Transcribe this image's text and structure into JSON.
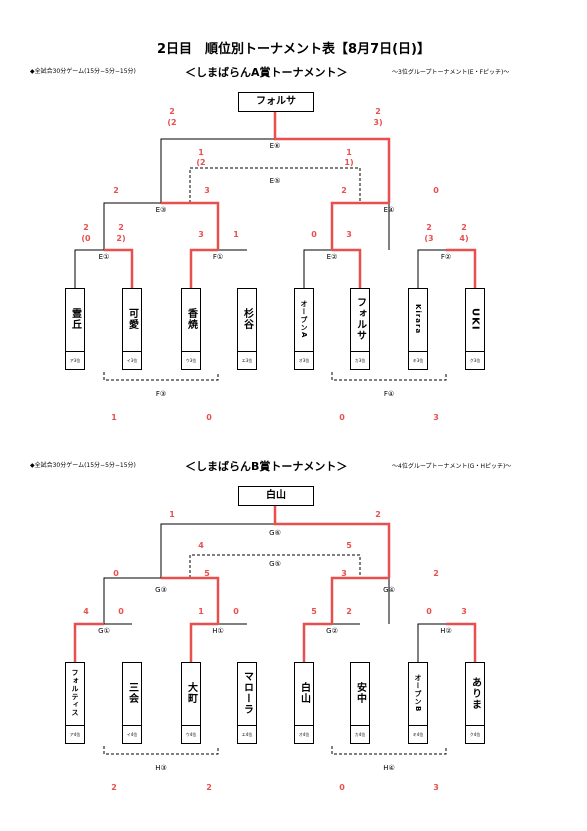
{
  "title": "2日目　順位別トーナメント表【8月7日(日)】",
  "a": {
    "note": "◆全試合30分ゲーム(15分−5分−15分)",
    "subtitle": "＜しまばらんA賞トーナメント＞",
    "sub_note": "〜3位グループトーナメント(E・Fピッチ)〜",
    "champion": "フォルサ",
    "teams": [
      {
        "name": "霊丘",
        "rank": "ア3位"
      },
      {
        "name": "可愛",
        "rank": "イ3位"
      },
      {
        "name": "香焼",
        "rank": "ウ3位"
      },
      {
        "name": "杉谷",
        "rank": "エ3位"
      },
      {
        "name": "オープンA",
        "rank": "オ3位"
      },
      {
        "name": "フォルサ",
        "rank": "カ3位"
      },
      {
        "name": "Kirara",
        "rank": "キ3位"
      },
      {
        "name": "UKI",
        "rank": "ク3位"
      }
    ],
    "m1": "E①",
    "m2": "F①",
    "m3": "E②",
    "m4": "F②",
    "m5": "E③",
    "m6": "E④",
    "m7": "E⑤",
    "m8": "E⑥",
    "m9": "F③",
    "m10": "F④",
    "s": {
      "r1_1a": "2",
      "r1_1a_pk": "(0",
      "r1_1b": "2",
      "r1_1b_pk": "2)",
      "r1_2a": "3",
      "r1_2b": "1",
      "r1_3a": "0",
      "r1_3b": "3",
      "r1_4a": "2",
      "r1_4a_pk": "(3",
      "r1_4b": "2",
      "r1_4b_pk": "4)",
      "sf1a": "2",
      "sf1b": "3",
      "sf2a": "2",
      "sf2b": "0",
      "finala": "2",
      "finala_pk": "(2",
      "finalb": "2",
      "finalb_pk": "3)",
      "thirda": "1",
      "thirda_pk": "(2",
      "thirdb": "1",
      "thirdb_pk": "1)",
      "f3a": "1",
      "f3b": "0",
      "f4a": "0",
      "f4b": "3"
    }
  },
  "b": {
    "note": "◆全試合30分ゲーム(15分−5分−15分)",
    "subtitle": "＜しまばらんB賞トーナメント＞",
    "sub_note": "〜4位グループトーナメント(G・Hピッチ)〜",
    "champion": "白山",
    "teams": [
      {
        "name": "フォルティス",
        "rank": "ア4位"
      },
      {
        "name": "三会",
        "rank": "イ4位"
      },
      {
        "name": "大町",
        "rank": "ウ4位"
      },
      {
        "name": "マローラ",
        "rank": "エ4位"
      },
      {
        "name": "白山",
        "rank": "オ4位"
      },
      {
        "name": "安中",
        "rank": "カ4位"
      },
      {
        "name": "オープンB",
        "rank": "キ4位"
      },
      {
        "name": "ありま",
        "rank": "ク4位"
      }
    ],
    "m1": "G①",
    "m2": "H①",
    "m3": "G②",
    "m4": "H②",
    "m5": "G③",
    "m6": "G④",
    "m7": "G⑤",
    "m8": "G⑥",
    "m9": "H③",
    "m10": "H④",
    "s": {
      "r1_1a": "4",
      "r1_1b": "0",
      "r1_2a": "1",
      "r1_2b": "0",
      "r1_3a": "5",
      "r1_3b": "2",
      "r1_4a": "0",
      "r1_4b": "3",
      "sf1a": "0",
      "sf1b": "5",
      "sf2a": "3",
      "sf2b": "2",
      "finala": "1",
      "finalb": "2",
      "thirda": "4",
      "thirdb": "5",
      "f3a": "2",
      "f3b": "2",
      "f4a": "0",
      "f4b": "3"
    }
  },
  "colors": {
    "win": "#e8504f",
    "line": "#000000"
  }
}
